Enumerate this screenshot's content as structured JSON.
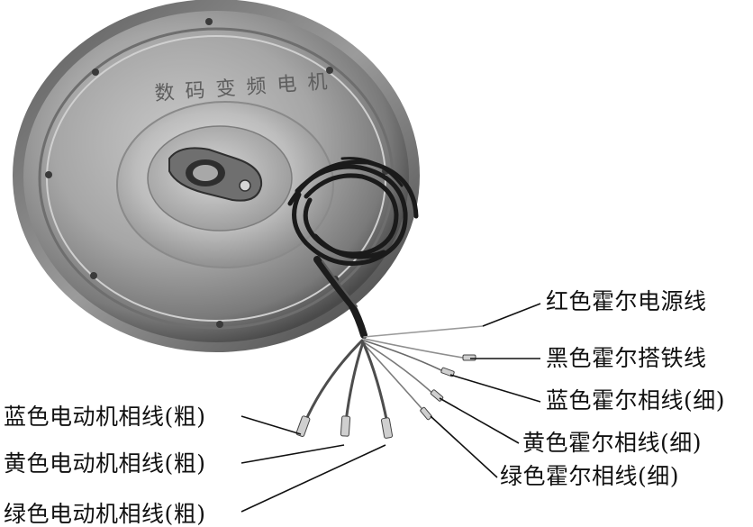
{
  "motor": {
    "plate_text": "数码变频电机"
  },
  "labels": {
    "red_hall_power": "红色霍尔电源线",
    "black_hall_ground": "黑色霍尔搭铁线",
    "blue_hall_phase": "蓝色霍尔相线(细)",
    "yellow_hall_phase": "黄色霍尔相线(细)",
    "green_hall_phase": "绿色霍尔相线(细)",
    "blue_motor_phase": "蓝色电动机相线(粗)",
    "yellow_motor_phase": "黄色电动机相线(粗)",
    "green_motor_phase": "绿色电动机相线(粗)"
  }
}
